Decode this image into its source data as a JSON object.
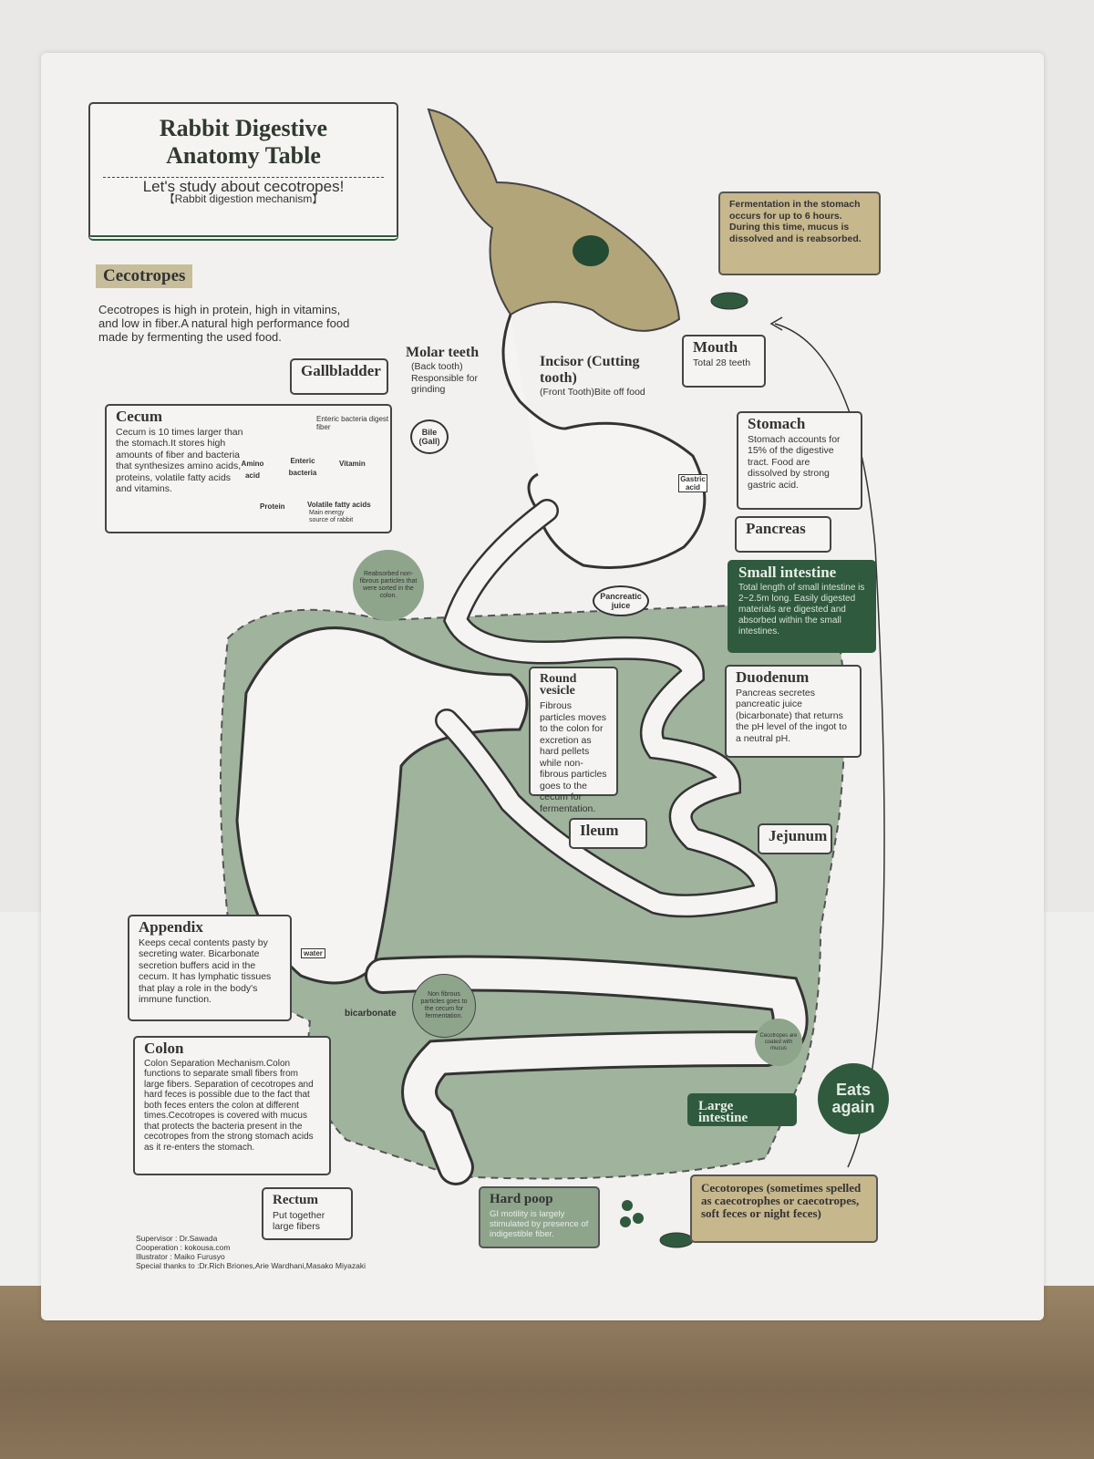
{
  "title": {
    "line1": "Rabbit Digestive",
    "line2": "Anatomy Table",
    "subtitle": "Let's study about cecotropes!",
    "mechanism": "【Rabbit digestion mechanism】"
  },
  "cecotropes_intro": {
    "heading": "Cecotropes",
    "text": "Cecotropes is high in protein, high in vitamins, and low in fiber.A natural high performance food made by fermenting the used food."
  },
  "cecum": {
    "heading": "Cecum",
    "text": "Cecum is 10 times larger than the stomach.It stores high amounts of fiber and bacteria that synthesizes amino acids, proteins, volatile fatty acids and vitamins.",
    "bacteria_note": "Enteric bacteria digest fiber",
    "enteric": "Enteric bacteria",
    "amino": "Amino acid",
    "vitamin": "Vitamin",
    "protein": "Protein",
    "vfa": "Volatile fatty acids",
    "energy": "Main energy source of rabbit"
  },
  "fermentation": {
    "text": "Fermentation in the stomach occurs for up to 6 hours. During this time, mucus is dissolved and is reabsorbed."
  },
  "mouth": {
    "heading": "Mouth",
    "text": "Total 28 teeth"
  },
  "molar": {
    "heading": "Molar teeth",
    "text": "(Back tooth) Responsible for grinding"
  },
  "incisor": {
    "heading": "Incisor (Cutting tooth)",
    "text": "(Front Tooth)Bite off food"
  },
  "gallbladder": {
    "heading": "Gallbladder",
    "bile": "Bile (Gall)"
  },
  "stomach": {
    "heading": "Stomach",
    "text": "Stomach accounts for 15% of the digestive tract. Food are dissolved by strong gastric acid.",
    "gastric": "Gastric acid"
  },
  "pancreas": {
    "heading": "Pancreas",
    "juice": "Pancreatic juice"
  },
  "small_intestine": {
    "heading": "Small intestine",
    "text": "Total length of small intestine is 2~2.5m long. Easily digested materials are digested and absorbed within the small intestines."
  },
  "duodenum": {
    "heading": "Duodenum",
    "text": "Pancreas secretes pancreatic juice (bicarbonate) that returns the pH level of the ingot to a neutral pH."
  },
  "round_vesicle": {
    "heading": "Round vesicle",
    "text": "Fibrous particles moves to the colon for excretion as hard pellets while non-fibrous particles goes to the cecum for fermentation."
  },
  "reabsorbed": {
    "text": "Reabsorbed non-fibrous particles that were sorted in the colon."
  },
  "ileum": {
    "heading": "Ileum"
  },
  "jejunum": {
    "heading": "Jejunum"
  },
  "appendix": {
    "heading": "Appendix",
    "text": "Keeps cecal contents pasty by secreting water. Bicarbonate secretion buffers acid in the cecum. It has lymphatic tissues that play a role in the body's immune function.",
    "water": "water",
    "bicarbonate": "bicarbonate"
  },
  "nonfibrous": {
    "text": "Non fibrous particles goes to the cecum for fermentation."
  },
  "colon": {
    "heading": "Colon",
    "text": "Colon Separation Mechanism.Colon functions to separate small fibers from large fibers. Separation of cecotropes and hard feces is possible due to the fact that both feces enters the colon at different times.Cecotropes is covered with mucus that protects the bacteria present in the cecotropes from the strong stomach acids as it re-enters the stomach."
  },
  "mucus_note": {
    "text": "Cecotropes are coated with mucus"
  },
  "large_intestine": {
    "heading": "Large intestine"
  },
  "eats_again": {
    "text": "Eats again"
  },
  "rectum": {
    "heading": "Rectum",
    "text": "Put together large fibers"
  },
  "hard_poop": {
    "heading": "Hard poop",
    "text": "GI motility is largely stimulated by presence of indigestible fiber."
  },
  "cecotropes_box": {
    "text": "Cecotoropes (sometimes spelled as caecotrophes or caecotropes, soft feces or night feces)"
  },
  "credits": {
    "supervisor": "Supervisor : Dr.Sawada",
    "cooperation": "Cooperation : kokousa.com",
    "illustrator": "Illustrator : Maiko Furusyo",
    "thanks": "Special thanks to :Dr.Rich Briones,Arie Wardhani,Masako Miyazaki"
  },
  "colors": {
    "dark_green": "#2f5a3e",
    "sage": "#8ea58c",
    "tan": "#c7b78d",
    "rabbit": "#b3a57a"
  }
}
